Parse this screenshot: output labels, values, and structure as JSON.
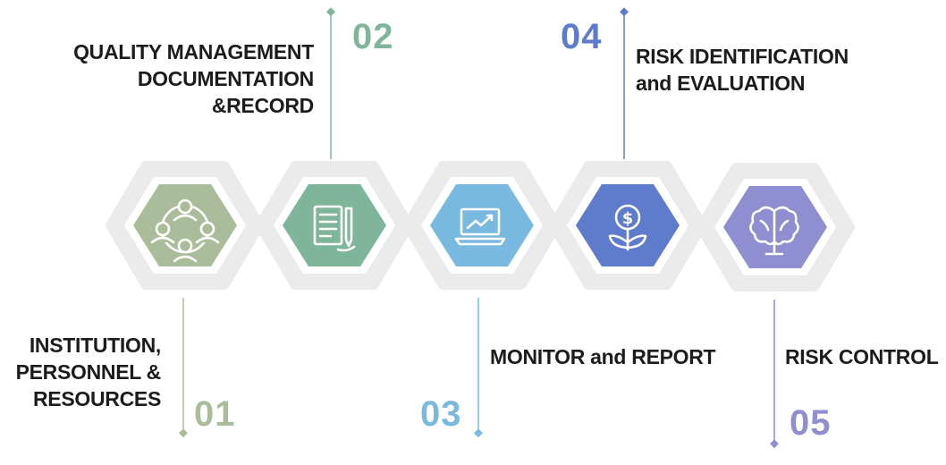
{
  "steps": [
    {
      "number": "01",
      "title": "INSTITUTION,\nPERSONNEL &\nRESOURCES",
      "color": "#a9bd9a",
      "icon": "people-network-icon"
    },
    {
      "number": "02",
      "title": "QUALITY MANAGEMENT\nDOCUMENTATION\n&RECORD",
      "color": "#7fb59a",
      "icon": "document-pen-icon"
    },
    {
      "number": "03",
      "title": "MONITOR and REPORT",
      "color": "#79b8df",
      "icon": "laptop-chart-icon"
    },
    {
      "number": "04",
      "title": "RISK IDENTIFICATION\nand EVALUATION",
      "color": "#5e7bcc",
      "icon": "money-plant-icon"
    },
    {
      "number": "05",
      "title": "RISK CONTROL",
      "color": "#8f8ed0",
      "icon": "brain-icon"
    }
  ],
  "colors": {
    "hex_outline": "#ebebeb",
    "title_text": "#1c1c1c"
  }
}
